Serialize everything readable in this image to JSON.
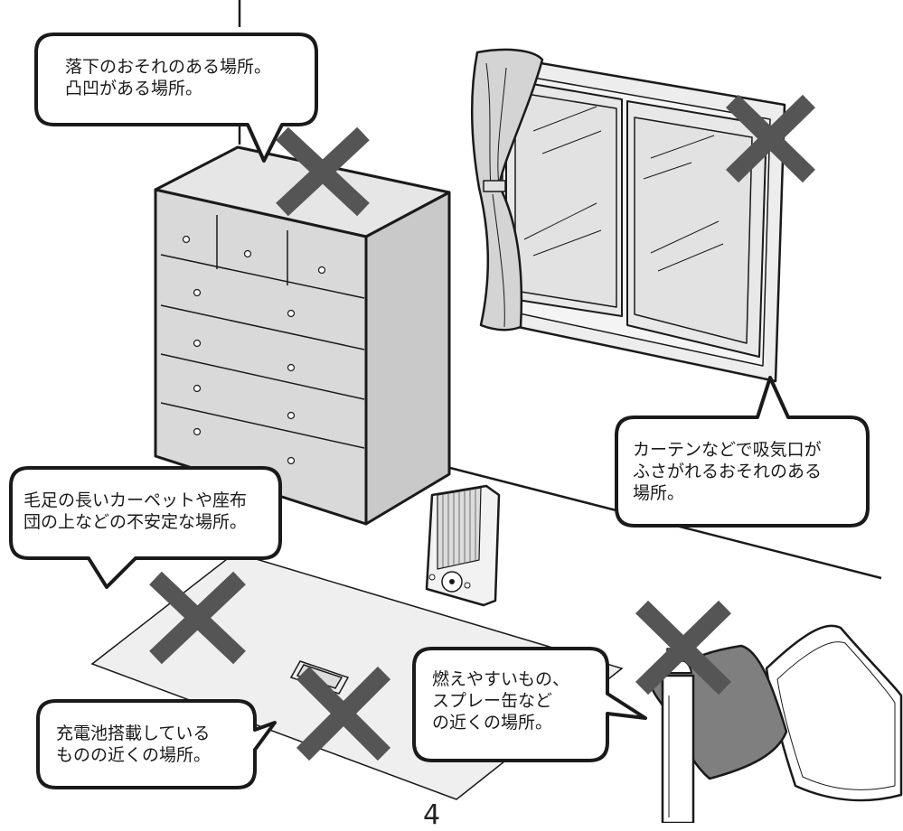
{
  "callouts": {
    "top_of_cabinet": {
      "line1": "落下のおそれのある場所。",
      "line2": "凸凹がある場所。"
    },
    "near_curtain": {
      "line1": "カーテンなどで吸気口が",
      "line2": "ふさがれるおそれのある",
      "line3": "場所。"
    },
    "on_carpet": {
      "line1": "毛足の長いカーペットや座布",
      "line2": "団の上などの不安定な場所。"
    },
    "near_flammables": {
      "line1": "燃えやすいもの、",
      "line2": "スプレー缶など",
      "line3": "の近くの場所。"
    },
    "near_battery_devices": {
      "line1": "充電池搭載している",
      "line2": "ものの近くの場所。"
    }
  },
  "page_number": "4",
  "colors": {
    "prohibited_mark": "#555555",
    "furniture": "#d9d9d9",
    "outline": "#1a1a1a",
    "carpet": "#efefef"
  }
}
